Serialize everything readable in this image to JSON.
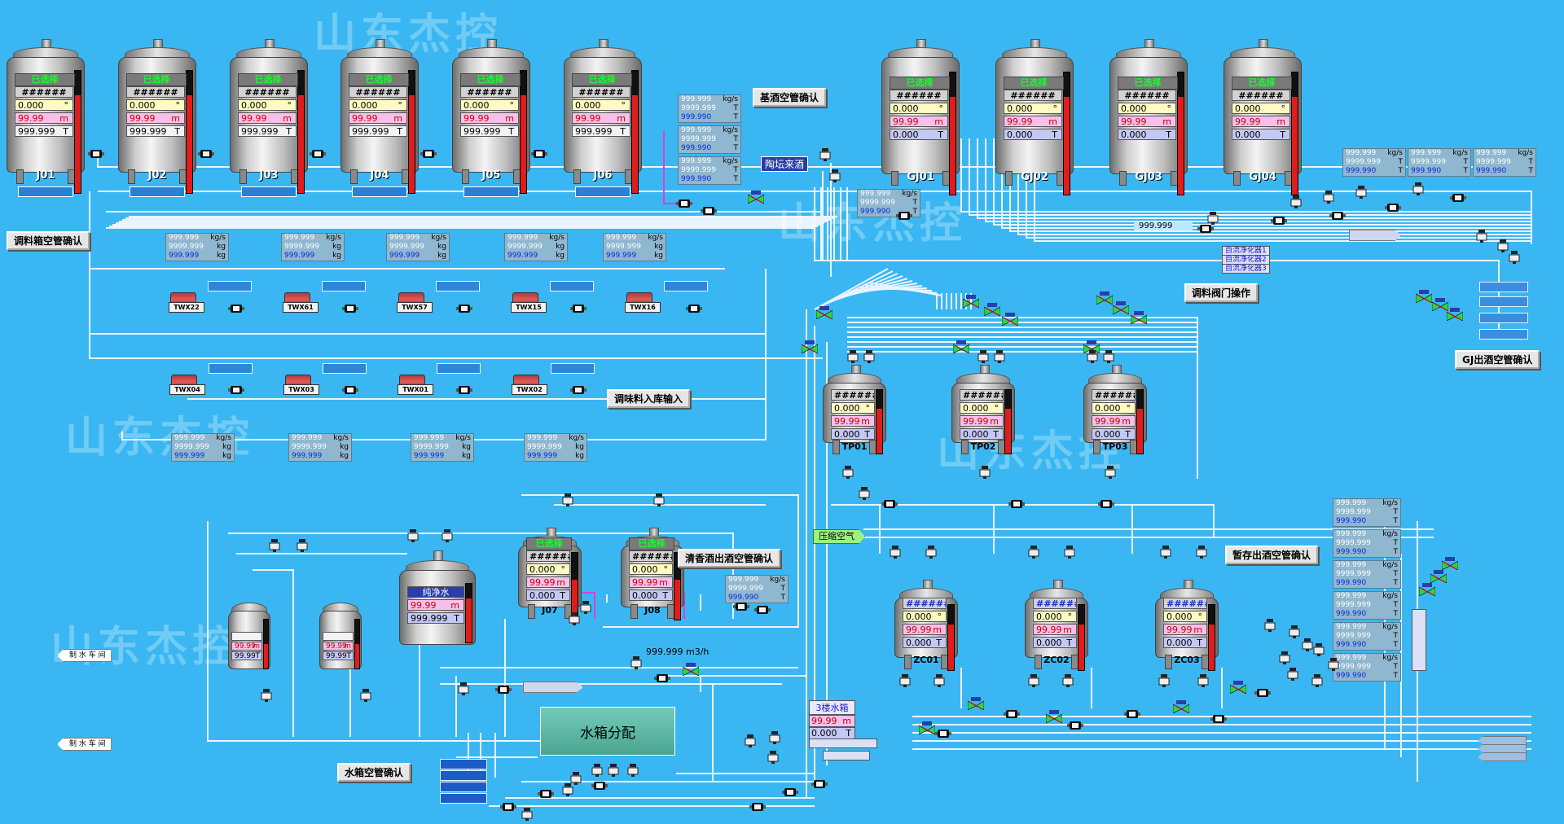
{
  "watermark": {
    "text": "山东杰控"
  },
  "colors": {
    "background": "#3ab7f2",
    "pipe": "#eaf4ff",
    "pipe_pink": "#e13cd3",
    "level_bar": "#e01c1c"
  },
  "buttons": {
    "base_liquor_confirm": "基酒空管确认",
    "seasoning_tank_confirm": "调料箱空管确认",
    "seasoning_valve_op": "调料阀门操作",
    "seasoning_stock_input": "调味料入库输入",
    "gj_out_confirm": "GJ出酒空管确认",
    "qingxiang_out_confirm": "清香酒出酒空管确认",
    "temp_storage_out_confirm": "暂存出酒空管确认",
    "water_tank_confirm": "水箱空管确认"
  },
  "j_tanks": [
    {
      "name": "J01",
      "status": "已选择",
      "header": "######",
      "r1": "0.000",
      "u1": "°",
      "r2": "99.99",
      "u2": "m",
      "r3": "999.999",
      "u3": "T",
      "level": 0.8
    },
    {
      "name": "J02",
      "status": "已选择",
      "header": "######",
      "r1": "0.000",
      "u1": "°",
      "r2": "99.99",
      "u2": "m",
      "r3": "999.999",
      "u3": "T",
      "level": 0.8
    },
    {
      "name": "J03",
      "status": "已选择",
      "header": "######",
      "r1": "0.000",
      "u1": "°",
      "r2": "99.99",
      "u2": "m",
      "r3": "999.999",
      "u3": "T",
      "level": 0.8
    },
    {
      "name": "J04",
      "status": "已选择",
      "header": "######",
      "r1": "0.000",
      "u1": "°",
      "r2": "99.99",
      "u2": "m",
      "r3": "999.999",
      "u3": "T",
      "level": 0.8
    },
    {
      "name": "J05",
      "status": "已选择",
      "header": "######",
      "r1": "0.000",
      "u1": "°",
      "r2": "99.99",
      "u2": "m",
      "r3": "999.999",
      "u3": "T",
      "level": 0.8
    },
    {
      "name": "J06",
      "status": "已选择",
      "header": "######",
      "r1": "0.000",
      "u1": "°",
      "r2": "99.99",
      "u2": "m",
      "r3": "999.999",
      "u3": "T",
      "level": 0.8
    }
  ],
  "gj_tanks": [
    {
      "name": "GJ01",
      "status": "已选择",
      "header": "######",
      "r1": "0.000",
      "u1": "°",
      "r2": "99.99",
      "u2": "m",
      "r3": "0.000",
      "u3": "T",
      "level": 0.8
    },
    {
      "name": "GJ02",
      "status": "已选择",
      "header": "######",
      "r1": "0.000",
      "u1": "°",
      "r2": "99.99",
      "u2": "m",
      "r3": "0.000",
      "u3": "T",
      "level": 0.8
    },
    {
      "name": "GJ03",
      "status": "已选择",
      "header": "######",
      "r1": "0.000",
      "u1": "°",
      "r2": "99.99",
      "u2": "m",
      "r3": "0.000",
      "u3": "T",
      "level": 0.8
    },
    {
      "name": "GJ04",
      "status": "已选择",
      "header": "######",
      "r1": "0.000",
      "u1": "°",
      "r2": "99.99",
      "u2": "m",
      "r3": "0.000",
      "u3": "T",
      "level": 0.8
    }
  ],
  "tp_tanks": [
    {
      "name": "TP01",
      "header": "######",
      "r1": "0.000",
      "u1": "°",
      "r2": "99.99",
      "u2": "m",
      "r3": "0.000",
      "u3": "T",
      "level": 0.7
    },
    {
      "name": "TP02",
      "header": "######",
      "r1": "0.000",
      "u1": "°",
      "r2": "99.99",
      "u2": "m",
      "r3": "0.000",
      "u3": "T",
      "level": 0.7
    },
    {
      "name": "TP03",
      "header": "######",
      "r1": "0.000",
      "u1": "°",
      "r2": "99.99",
      "u2": "m",
      "r3": "0.000",
      "u3": "T",
      "level": 0.7
    }
  ],
  "zc_tanks": [
    {
      "name": "ZC01",
      "header": "######",
      "r1": "0.000",
      "u1": "°",
      "r2": "99.99",
      "u2": "m",
      "r3": "0.000",
      "u3": "T",
      "level": 0.7
    },
    {
      "name": "ZC02",
      "header": "######",
      "r1": "0.000",
      "u1": "°",
      "r2": "99.99",
      "u2": "m",
      "r3": "0.000",
      "u3": "T",
      "level": 0.7
    },
    {
      "name": "ZC03",
      "header": "######",
      "r1": "0.000",
      "u1": "°",
      "r2": "99.99",
      "u2": "m",
      "r3": "0.000",
      "u3": "T",
      "level": 0.7
    }
  ],
  "jo_tanks": [
    {
      "name": "J07",
      "status": "已选择",
      "header": "######",
      "r1": "0.000",
      "u1": "°",
      "r2": "99.99",
      "u2": "m",
      "r3": "0.000",
      "u3": "T",
      "level": 0.6
    },
    {
      "name": "J08",
      "status": "已选择",
      "header": "######",
      "r1": "0.000",
      "u1": "°",
      "r2": "99.99",
      "u2": "m",
      "r3": "0.000",
      "u3": "T",
      "level": 0.6
    }
  ],
  "pure_water_tank": {
    "header": "纯净水",
    "r2": "99.99",
    "u2": "m",
    "r3": "999.999",
    "u3": "T",
    "level": 0.75
  },
  "small_tanks": [
    {
      "r1": "99.99",
      "u1": "m",
      "r2": "99.99",
      "u2": "T",
      "level": 0.5
    },
    {
      "r1": "99.99",
      "u1": "m",
      "r2": "99.99",
      "u2": "T",
      "level": 0.5
    }
  ],
  "pumps_row1": [
    {
      "name": "TWX22"
    },
    {
      "name": "TWX61"
    },
    {
      "name": "TWX57"
    },
    {
      "name": "TWX15"
    },
    {
      "name": "TWX16"
    }
  ],
  "pumps_row2": [
    {
      "name": "TWX04"
    },
    {
      "name": "TWX03"
    },
    {
      "name": "TWX01"
    },
    {
      "name": "TWX02"
    }
  ],
  "readout": {
    "v1": "999.999",
    "u1": "kg/s",
    "v2": "9999.999",
    "u2": "kg",
    "v3": "999.999",
    "u3": "kg"
  },
  "readout_t": {
    "v1": "999.999",
    "u1": "kg/s",
    "v2": "9999.999",
    "u2": "T",
    "v3": "999.990",
    "u3": "T"
  },
  "labels": {
    "ceramic_jar": "陶坛来酒",
    "base_999": "999.999",
    "flow_rate": "999.999 m3/h",
    "compressed_air": "压缩空气",
    "water_tank_distribution": "水箱分配",
    "tank3_title": "3楼水箱",
    "tank3_r1": "99.99",
    "tank3_u1": "m",
    "tank3_r2": "0.000",
    "tank3_u2": "T",
    "water_label_left1": "制 水 车 间",
    "water_label_left2": "制 水 车 间",
    "gp_label": "自流净化器1",
    "gp_label2": "自流净化器2",
    "gp_label3": "自流净化器3"
  }
}
